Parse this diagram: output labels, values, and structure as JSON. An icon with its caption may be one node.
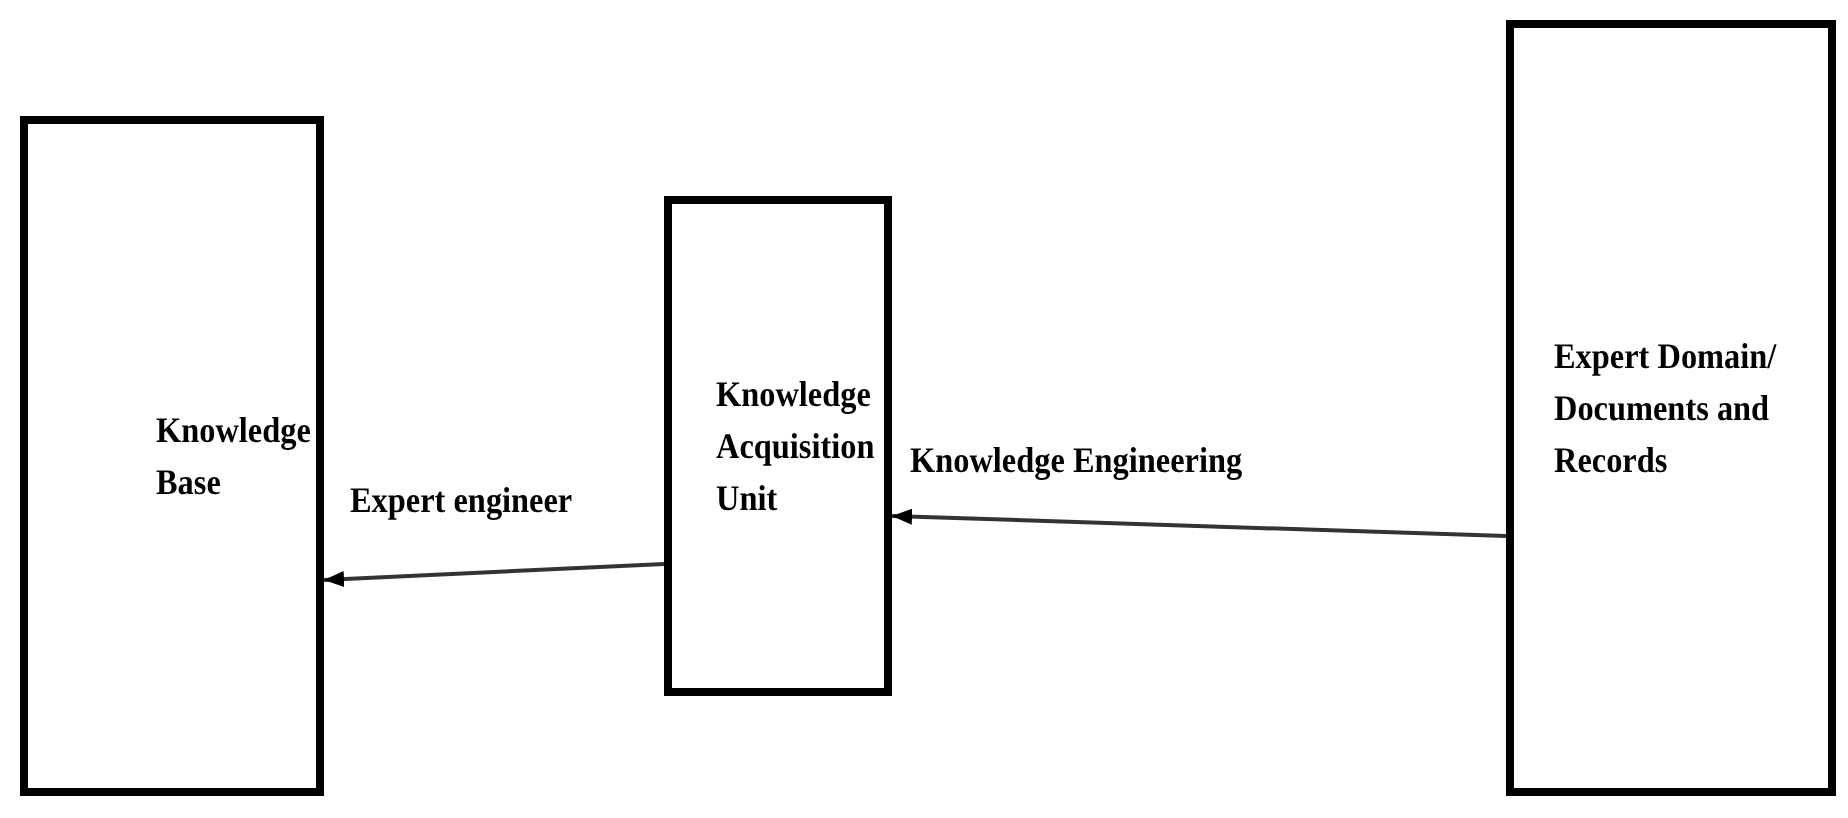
{
  "diagram": {
    "nodes": [
      {
        "text": [
          "Knowledge Base"
        ]
      },
      {
        "text": [
          "Knowledge Acquisition Unit"
        ]
      },
      {
        "text": [
          "Expert Domain/ Documents and Records"
        ]
      }
    ],
    "edges": [
      {
        "from": 1,
        "to": 0,
        "arrow": "to",
        "label": "Expert engineer"
      },
      {
        "from": 2,
        "to": 1,
        "arrow": "to",
        "label": "Knowledge Engineering"
      }
    ]
  }
}
